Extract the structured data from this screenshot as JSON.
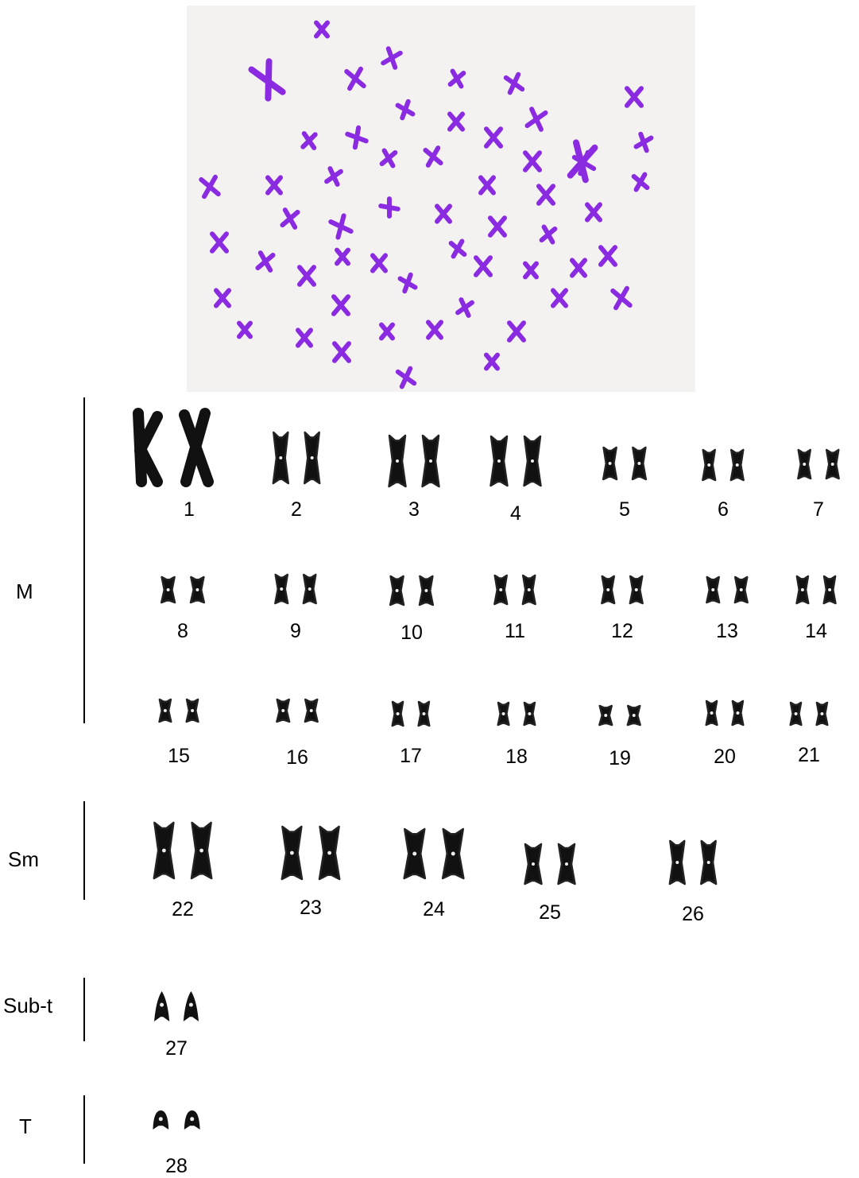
{
  "metaphase": {
    "background": "#f3f2f0",
    "chromosome_color": "#8a2be2"
  },
  "groups": {
    "m": "M",
    "sm": "Sm",
    "subt": "Sub-t",
    "t": "T"
  },
  "pairs": [
    {
      "label": "1"
    },
    {
      "label": "2"
    },
    {
      "label": "3"
    },
    {
      "label": "4"
    },
    {
      "label": "5"
    },
    {
      "label": "6"
    },
    {
      "label": "7"
    },
    {
      "label": "8"
    },
    {
      "label": "9"
    },
    {
      "label": "10"
    },
    {
      "label": "11"
    },
    {
      "label": "12"
    },
    {
      "label": "13"
    },
    {
      "label": "14"
    },
    {
      "label": "15"
    },
    {
      "label": "16"
    },
    {
      "label": "17"
    },
    {
      "label": "18"
    },
    {
      "label": "19"
    },
    {
      "label": "20"
    },
    {
      "label": "21"
    },
    {
      "label": "22"
    },
    {
      "label": "23"
    },
    {
      "label": "24"
    },
    {
      "label": "25"
    },
    {
      "label": "26"
    },
    {
      "label": "27"
    },
    {
      "label": "28"
    }
  ]
}
